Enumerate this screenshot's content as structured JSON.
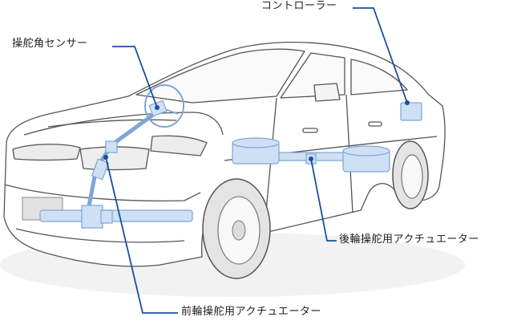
{
  "labels": {
    "controller": "コントローラー",
    "steering_sensor": "操舵角センサー",
    "rear_actuator": "後輪操舵用アクチュエーター",
    "front_actuator": "前輪操舵用アクチュエーター"
  },
  "colors": {
    "leader_line": "#1a4f9c",
    "component_fill": "#cfe0f5",
    "component_stroke": "#7ea6d6",
    "car_outline": "#555555",
    "car_shade": "#e9e9e9"
  }
}
